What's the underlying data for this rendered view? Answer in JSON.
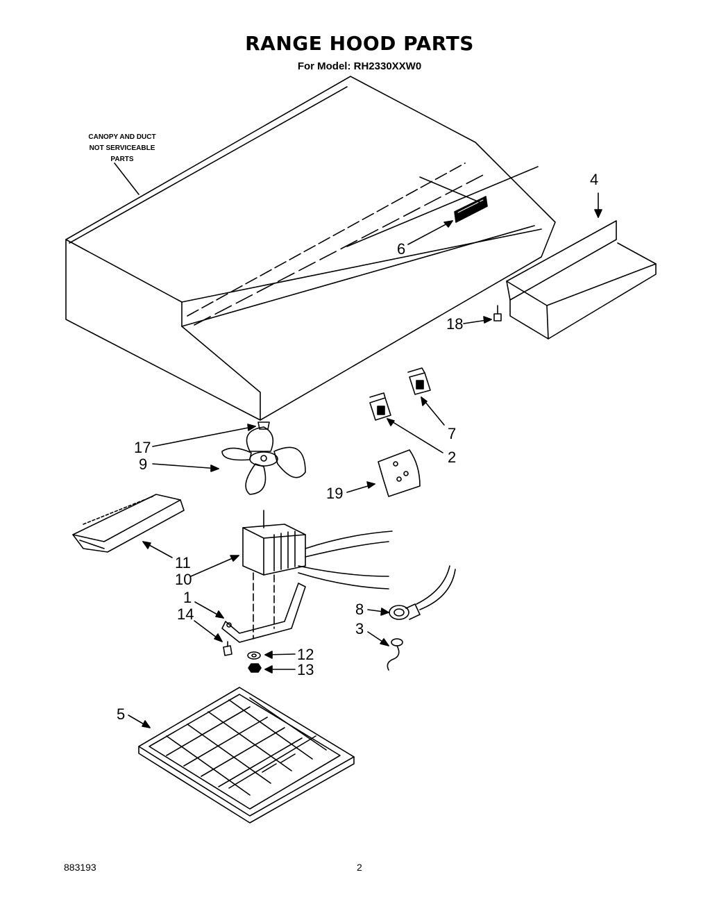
{
  "title": "RANGE HOOD PARTS",
  "subtitle": "For Model: RH2330XXW0",
  "note": [
    "CANOPY AND DUCT",
    "NOT SERVICEABLE",
    "PARTS"
  ],
  "footer": {
    "doc_number": "883193",
    "page": "2"
  },
  "callouts": [
    "1",
    "2",
    "3",
    "4",
    "5",
    "6",
    "7",
    "8",
    "9",
    "10",
    "11",
    "12",
    "13",
    "14",
    "17",
    "18",
    "19"
  ]
}
